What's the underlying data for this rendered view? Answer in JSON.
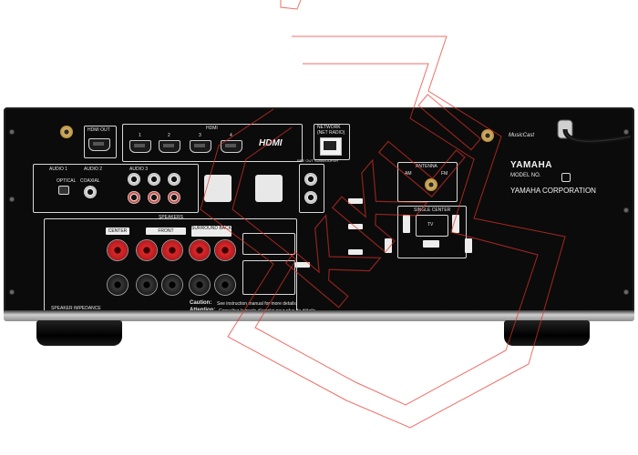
{
  "device": {
    "brand": "YAMAHA",
    "corporation": "YAMAHA CORPORATION",
    "model_label": "MODEL NO.",
    "musiccast": "MusicCast"
  },
  "hdmi": {
    "section_label": "HDMI",
    "out_label": "HDMI OUT",
    "logo": "HDMI",
    "inputs": [
      "1",
      "2",
      "3",
      "4"
    ]
  },
  "network": {
    "label_line1": "NETWORK",
    "label_line2": "(NET RADIO)"
  },
  "audio": {
    "audio1": "AUDIO 1",
    "audio2": "AUDIO 2",
    "audio3": "AUDIO 3",
    "optical": "OPTICAL",
    "coaxial": "COAXIAL",
    "subwoofer_pre_out": "PRE OUT SUBWOOFER"
  },
  "antenna": {
    "label": "ANTENNA",
    "am": "AM",
    "fm": "FM"
  },
  "speakers": {
    "section_label": "SPEAKERS",
    "center": "CENTER",
    "front": "FRONT",
    "surround": "SURROUND BACK",
    "min_impedance": "SPEAKER IMPEDANCE"
  },
  "layout_diagram": {
    "title": "SINGLE CENTER",
    "tv": "TV"
  },
  "caution": {
    "line1_head": "Caution:",
    "line1": "See instruction manual for more details.",
    "line2_head": "Attention:",
    "line2": "Consultez le mode d'emploi pour plus de détails."
  },
  "watermark": {
    "text": "KKLI"
  },
  "colors": {
    "chassis": "#0b0b0b",
    "panel_lines": "#d8d8d8",
    "binding_red": "#d9282b",
    "watermark_red": "#e5332a"
  }
}
